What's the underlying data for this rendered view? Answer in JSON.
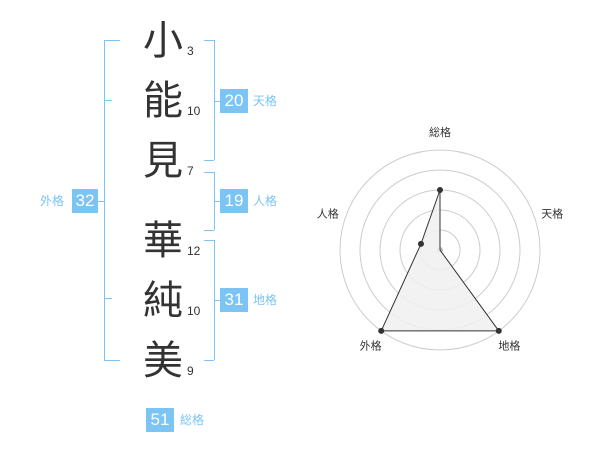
{
  "characters": [
    {
      "char": "小",
      "strokes": "3"
    },
    {
      "char": "能",
      "strokes": "10"
    },
    {
      "char": "見",
      "strokes": "7"
    },
    {
      "char": "華",
      "strokes": "12"
    },
    {
      "char": "純",
      "strokes": "10"
    },
    {
      "char": "美",
      "strokes": "9"
    }
  ],
  "kaku": {
    "tenkaku": {
      "value": "20",
      "label": "天格"
    },
    "jinkaku": {
      "value": "19",
      "label": "人格"
    },
    "chikaku": {
      "value": "31",
      "label": "地格"
    },
    "gaikaku": {
      "value": "32",
      "label": "外格"
    },
    "soukaku": {
      "value": "51",
      "label": "総格"
    }
  },
  "chart_data": {
    "type": "radar",
    "axes": [
      "総格",
      "天格",
      "地格",
      "外格",
      "人格"
    ],
    "values": [
      3,
      0,
      5,
      5,
      1
    ],
    "rmax": 5,
    "grid_rings": 5,
    "colors": {
      "line": "#333333",
      "fill": "#f0f0f0",
      "grid": "#cccccc",
      "center": "#bbbbbb"
    }
  }
}
